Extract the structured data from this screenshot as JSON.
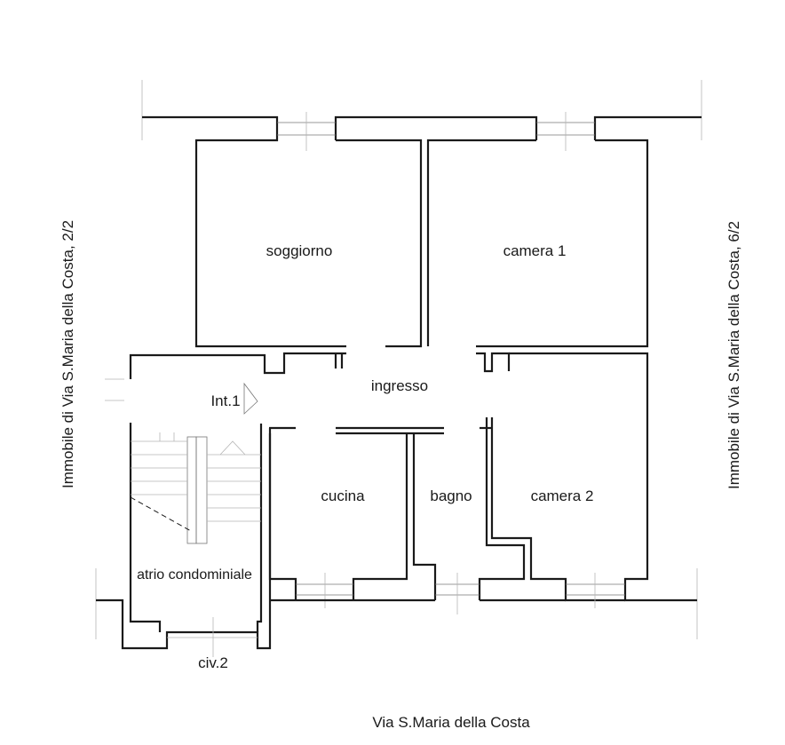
{
  "rooms": {
    "soggiorno": "soggiorno",
    "camera1": "camera 1",
    "ingresso": "ingresso",
    "cucina": "cucina",
    "bagno": "bagno",
    "camera2": "camera 2",
    "atrio": "atrio condominiale"
  },
  "labels": {
    "unit": "Int.1",
    "entrance": "civ.2",
    "street": "Via S.Maria della Costa",
    "left_building": "Immobile di Via S.Maria della Costa, 2/2",
    "right_building": "Immobile di Via S.Maria della Costa, 6/2"
  }
}
